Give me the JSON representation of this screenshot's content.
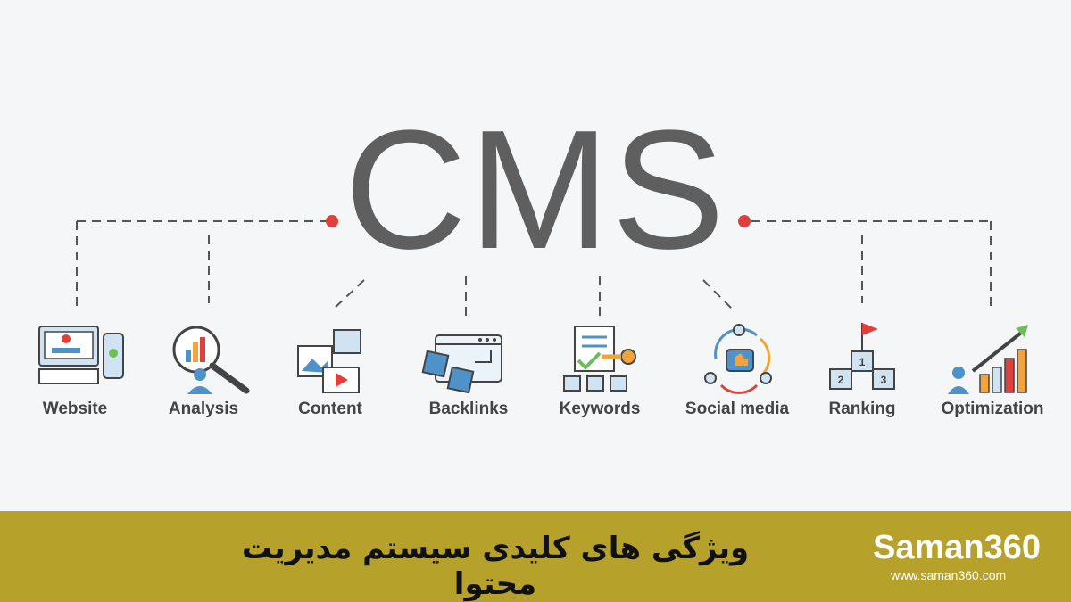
{
  "title": "CMS",
  "items": [
    {
      "label": "Website",
      "icon": "website-icon"
    },
    {
      "label": "Analysis",
      "icon": "analysis-icon"
    },
    {
      "label": "Content",
      "icon": "content-icon"
    },
    {
      "label": "Backlinks",
      "icon": "backlinks-icon"
    },
    {
      "label": "Keywords",
      "icon": "keywords-icon"
    },
    {
      "label": "Social media",
      "icon": "social-media-icon"
    },
    {
      "label": "Ranking",
      "icon": "ranking-icon"
    },
    {
      "label": "Optimization",
      "icon": "optimization-icon"
    }
  ],
  "footer": {
    "persian_title": "ویژگی های کلیدی سیستم مدیریت محتوا",
    "brand": "Saman360",
    "url": "www.saman360.com"
  },
  "colors": {
    "accent_red": "#e0403b",
    "footer_bg": "#b6a12b",
    "icon_blue": "#4f91c9",
    "icon_orange": "#f2a33a",
    "title_gray": "#5f5f5f"
  }
}
